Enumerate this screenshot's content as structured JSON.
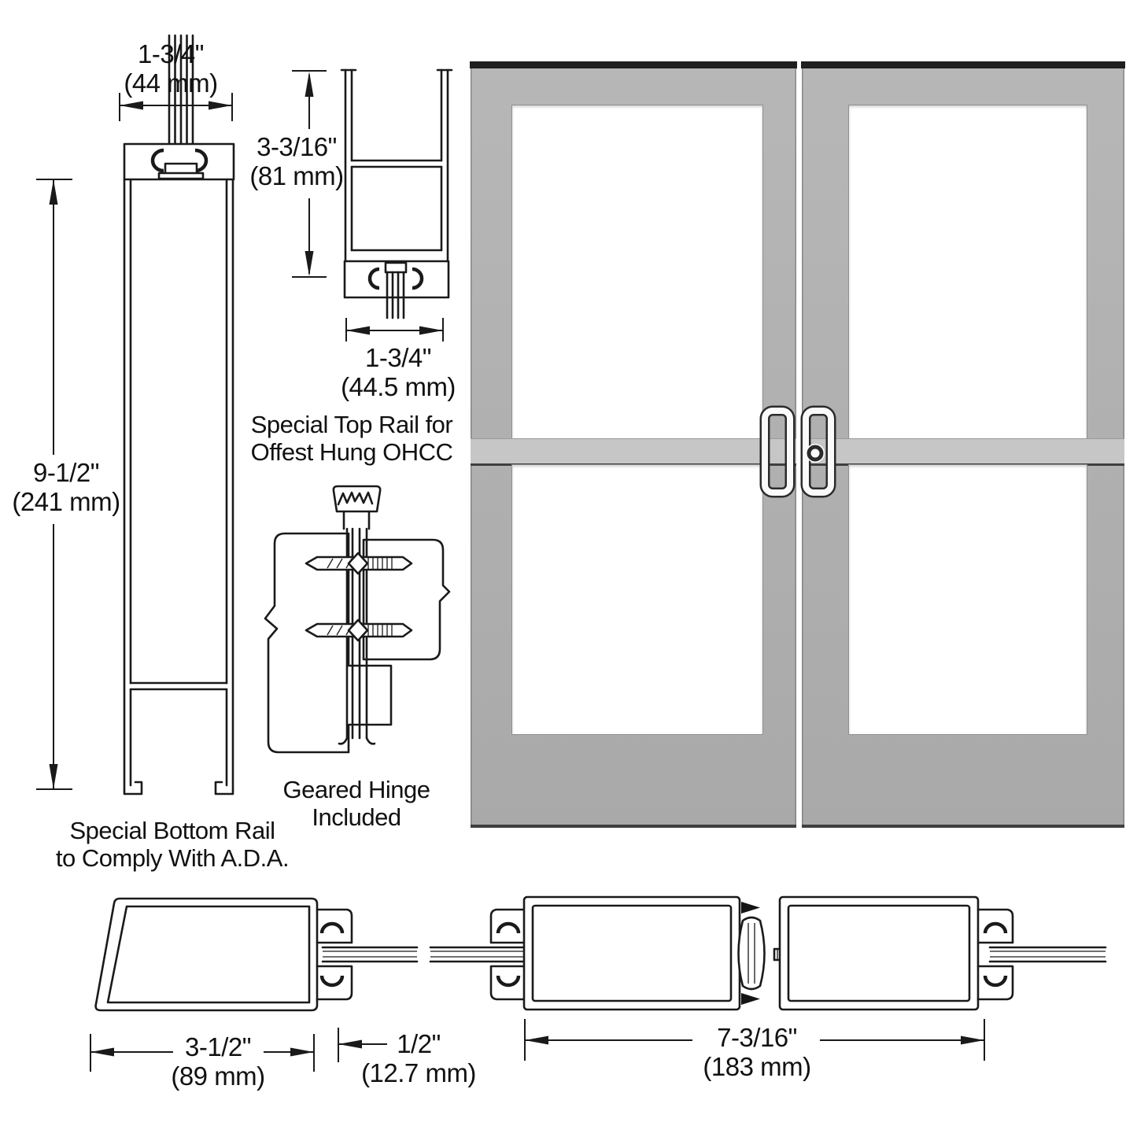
{
  "labels": {
    "top_rail_width": {
      "line1": "1-3/4\"",
      "line2": "(44 mm)"
    },
    "top_rail_height": {
      "line1": "3-3/16\"",
      "line2": "(81 mm)"
    },
    "bottom_rail_height": {
      "line1": "9-1/2\"",
      "line2": "(241 mm)"
    },
    "top_rail_width2": {
      "line1": "1-3/4\"",
      "line2": "(44.5 mm)"
    },
    "caption_top_rail": {
      "line1": "Special Top Rail for",
      "line2": "Offest Hung OHCC"
    },
    "caption_hinge": {
      "line1": "Geared Hinge",
      "line2": "Included"
    },
    "caption_bottom_rail": {
      "line1": "Special Bottom Rail",
      "line2": "to Comply With A.D.A."
    },
    "stile_width": {
      "line1": "3-1/2\"",
      "line2": "(89 mm)"
    },
    "glass_gap": {
      "line1": "1/2\"",
      "line2": "(12.7 mm)"
    },
    "pair_width": {
      "line1": "7-3/16\"",
      "line2": "(183 mm)"
    }
  },
  "colors": {
    "line": "#1a1a1a",
    "door_gray_top": "#b7b7b7",
    "door_gray_bottom": "#a9a9a9",
    "door_rail": "#c6c6c6",
    "door_edge": "#3f3f3f",
    "door_cap": "#1f1f1f",
    "glass": "#ffffff",
    "handle_fill": "#fafafa",
    "handle_outline": "#2b2b2b"
  }
}
